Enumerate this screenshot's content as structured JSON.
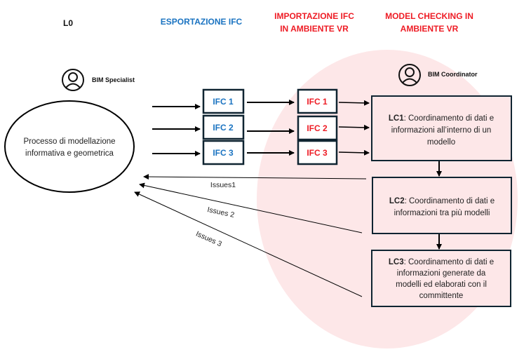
{
  "colors": {
    "export_blue": "#1a73c1",
    "import_red": "#ee1c25",
    "vr_zone_fill": "#fde7e8",
    "box_border": "#0f2431",
    "arrow": "#000000"
  },
  "headers": {
    "level": "L0",
    "export": "ESPORTAZIONE IFC",
    "import_line1": "IMPORTAZIONE IFC",
    "import_line2": "IN AMBIENTE VR",
    "checking_line1": "MODEL CHECKING IN",
    "checking_line2": "AMBIENTE VR"
  },
  "roles": {
    "specialist": {
      "label": "BIM Specialist",
      "icon": "user-circle-icon"
    },
    "coordinator": {
      "label": "BIM Coordinator",
      "icon": "user-circle-icon"
    }
  },
  "process": {
    "line1": "Processo di modellazione",
    "line2": "informativa e geometrica"
  },
  "export_files": [
    "IFC 1",
    "IFC 2",
    "IFC 3"
  ],
  "import_files": [
    "IFC 1",
    "IFC 2",
    "IFC 3"
  ],
  "levels": [
    {
      "code": "LC1",
      "lines": [
        ": Coordinamento di dati e",
        "informazioni all’interno di un",
        "modello"
      ]
    },
    {
      "code": "LC2",
      "lines": [
        ": Coordinamento di dati e",
        "informazioni tra più modelli"
      ]
    },
    {
      "code": "LC3",
      "lines": [
        ": Coordinamento di dati e",
        "informazioni generate da",
        "modelli ed elaborati con il",
        "committente"
      ]
    }
  ],
  "issues": [
    "Issues1",
    "Issues 2",
    "Issues 3"
  ]
}
